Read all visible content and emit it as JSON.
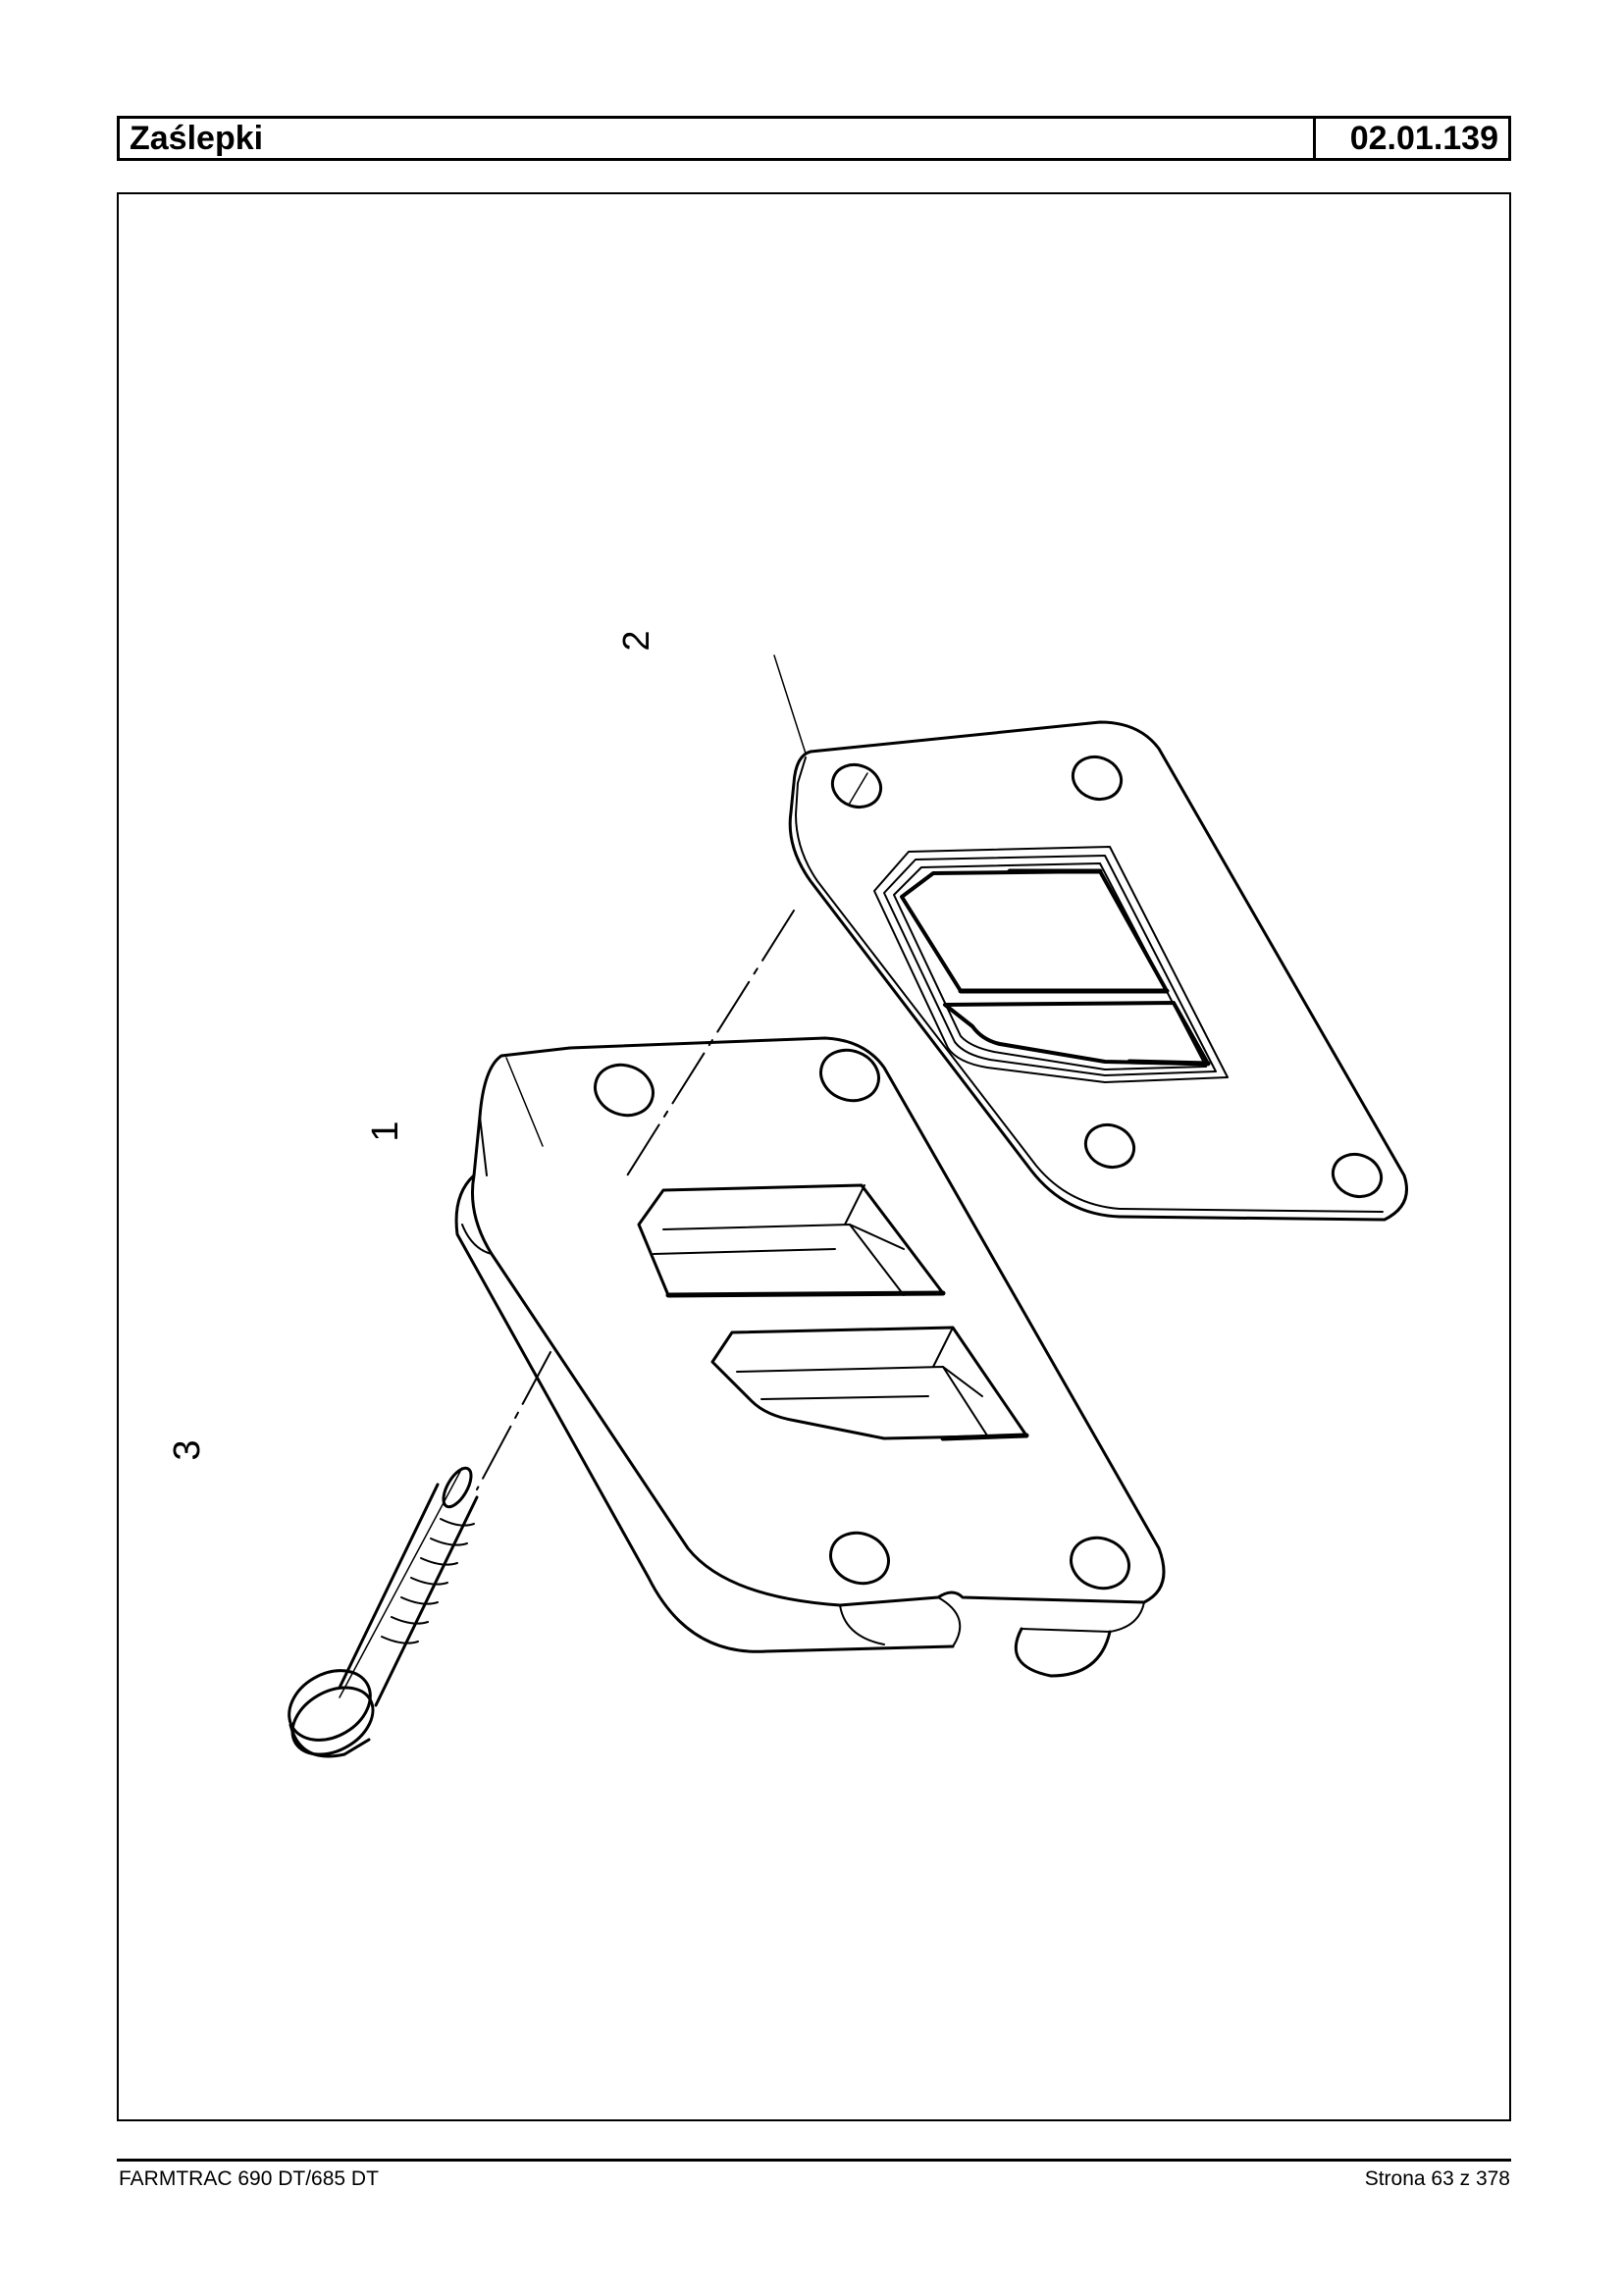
{
  "header": {
    "title": "Zaślepki",
    "code": "02.01.139"
  },
  "drawing": {
    "callouts": [
      {
        "label": "1"
      },
      {
        "label": "2"
      },
      {
        "label": "3"
      }
    ]
  },
  "footer": {
    "model": "FARMTRAC 690 DT/685 DT",
    "page": "Strona 63 z 378"
  }
}
